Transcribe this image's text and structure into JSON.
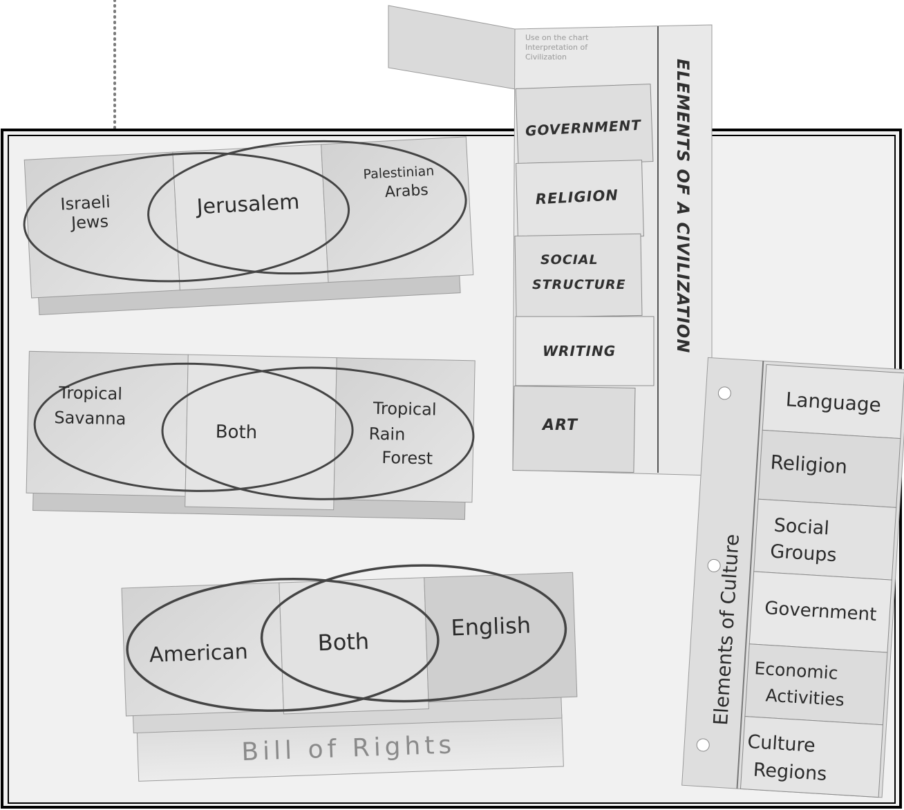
{
  "venn_jerusalem": {
    "left": [
      "Israeli",
      "Jews"
    ],
    "center": "Jerusalem",
    "right": [
      "Palestinian",
      "Arabs"
    ]
  },
  "venn_climate": {
    "left": [
      "Tropical",
      "Savanna"
    ],
    "center": "Both",
    "right": [
      "Tropical",
      "Rain",
      "Forest"
    ]
  },
  "venn_rights": {
    "left": "American",
    "center": "Both",
    "right": "English",
    "base_label": "Bill of Rights"
  },
  "civilization_foldable": {
    "title": "ELEMENTS OF A CIVILIZATION",
    "cover_note": [
      "Use on the chart",
      "Interpretation of",
      "Civilization"
    ],
    "tabs": [
      "GOVERNMENT",
      "RELIGION",
      "SOCIAL",
      "STRUCTURE",
      "WRITING",
      "ART"
    ]
  },
  "culture_foldable": {
    "title": "Elements of Culture",
    "tabs": [
      {
        "lines": [
          "Language"
        ]
      },
      {
        "lines": [
          "Religion"
        ]
      },
      {
        "lines": [
          "Social",
          "Groups"
        ]
      },
      {
        "lines": [
          "Government"
        ]
      },
      {
        "lines": [
          "Economic",
          "Activities"
        ]
      },
      {
        "lines": [
          "Culture",
          "Regions"
        ]
      }
    ]
  }
}
